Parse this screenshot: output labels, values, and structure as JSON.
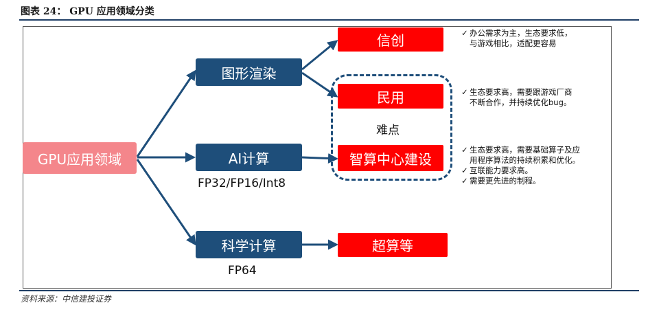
{
  "header": {
    "title": "图表 24：   GPU 应用领域分类"
  },
  "nodes": {
    "root": "GPU应用领域",
    "graphics": "图形渲染",
    "ai": "AI计算",
    "science": "科学计算",
    "xinchuang": "信创",
    "minyong": "民用",
    "zhisuan": "智算中心建设",
    "chaosuan": "超算等"
  },
  "labels": {
    "nandian": "难点",
    "ai_precision": "FP32/FP16/Int8",
    "science_precision": "FP64"
  },
  "notes": {
    "check_mark": "✓",
    "xinchuang": [
      "办公需求为主，生态要求低，",
      "与游戏相比，适配更容易"
    ],
    "minyong": [
      "生态要求高，需要跟游戏厂商",
      "不断合作，并持续优化bug。"
    ],
    "zhisuan": [
      "生态要求高，需要基础算子及应",
      "用程序算法的持续积累和优化。"
    ],
    "zhisuan_2": "互联能力要求高。",
    "zhisuan_3": "需要更先进的制程。"
  },
  "footer": {
    "source": "资料来源：中信建投证券"
  },
  "colors": {
    "navy": "#1e4e7a",
    "red": "#ff0000",
    "pink": "#f4868b"
  }
}
